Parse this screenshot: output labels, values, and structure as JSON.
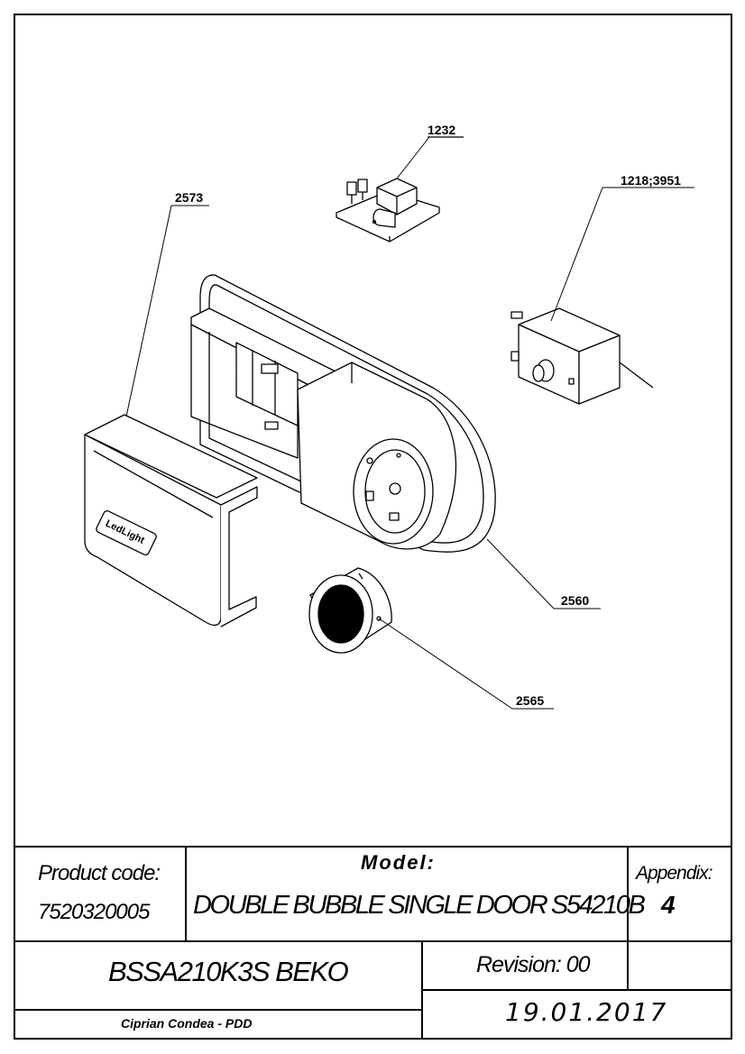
{
  "callouts": {
    "c1232": "1232",
    "c1218": "1218;3951",
    "c2573": "2573",
    "c2560": "2560",
    "c2565": "2565"
  },
  "parts": {
    "led_logo": "LedLight"
  },
  "title_block": {
    "product_code_label": "Product code:",
    "product_code": "7520320005",
    "model_label": "Model:",
    "model": "DOUBLE BUBBLE SINGLE DOOR S54210B",
    "appendix_label": "Appendix:",
    "appendix": "4",
    "product_name": "BSSA210K3S BEKO",
    "revision": "Revision: 00",
    "author": "Ciprian Condea - PDD",
    "date": "19.01.2017"
  }
}
